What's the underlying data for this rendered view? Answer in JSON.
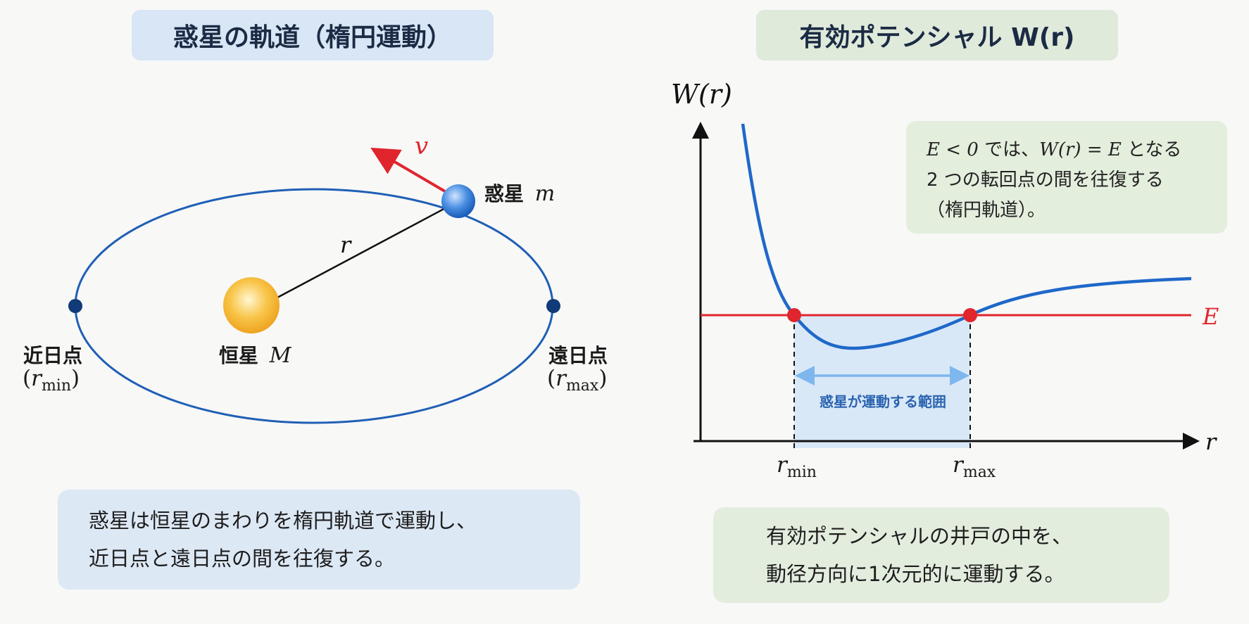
{
  "left_panel": {
    "title": "惑星の軌道（楕円運動）",
    "planet_label": "惑星",
    "planet_var": "m",
    "star_label": "恒星",
    "star_var": "M",
    "radius_label": "r",
    "velocity_label": "v",
    "perihelion_label": "近日点",
    "perihelion_open": "(",
    "perihelion_var": "r",
    "perihelion_sub": "min",
    "perihelion_close": ")",
    "aphelion_label": "遠日点",
    "aphelion_open": "(",
    "aphelion_var": "r",
    "aphelion_sub": "max",
    "aphelion_close": ")",
    "note_line1": "惑星は恒星のまわりを楕円軌道で運動し、",
    "note_line2": "近日点と遠日点の間を往復する。"
  },
  "right_panel": {
    "title": "有効ポテンシャル W(r)",
    "y_axis_label": "W(r)",
    "x_axis_label": "r",
    "energy_label": "E",
    "rmin_var": "r",
    "rmin_sub": "min",
    "rmax_var": "r",
    "rmax_sub": "max",
    "range_label": "惑星が運動する範囲",
    "callout": {
      "line1_math_a": "E < 0",
      "line1_text_a": " では、",
      "line1_math_b": "W(r) = E",
      "line1_text_b": " となる",
      "line2": "2 つの転回点の間を往復する",
      "line3": "（楕円軌道）。"
    },
    "note_line1": "有効ポテンシャルの井戸の中を、",
    "note_line2": "動径方向に1次元的に運動する。"
  },
  "colors": {
    "orbit": "#1f5fb5",
    "potential_curve": "#1f68c9",
    "energy_line": "#e0252d",
    "velocity_arrow": "#e0252d",
    "star": "#f5b731",
    "planet": "#3f86dd",
    "apsis_dot": "#103a78",
    "range_fill": "#d9e8f7",
    "range_arrow": "#7eb7ee"
  }
}
